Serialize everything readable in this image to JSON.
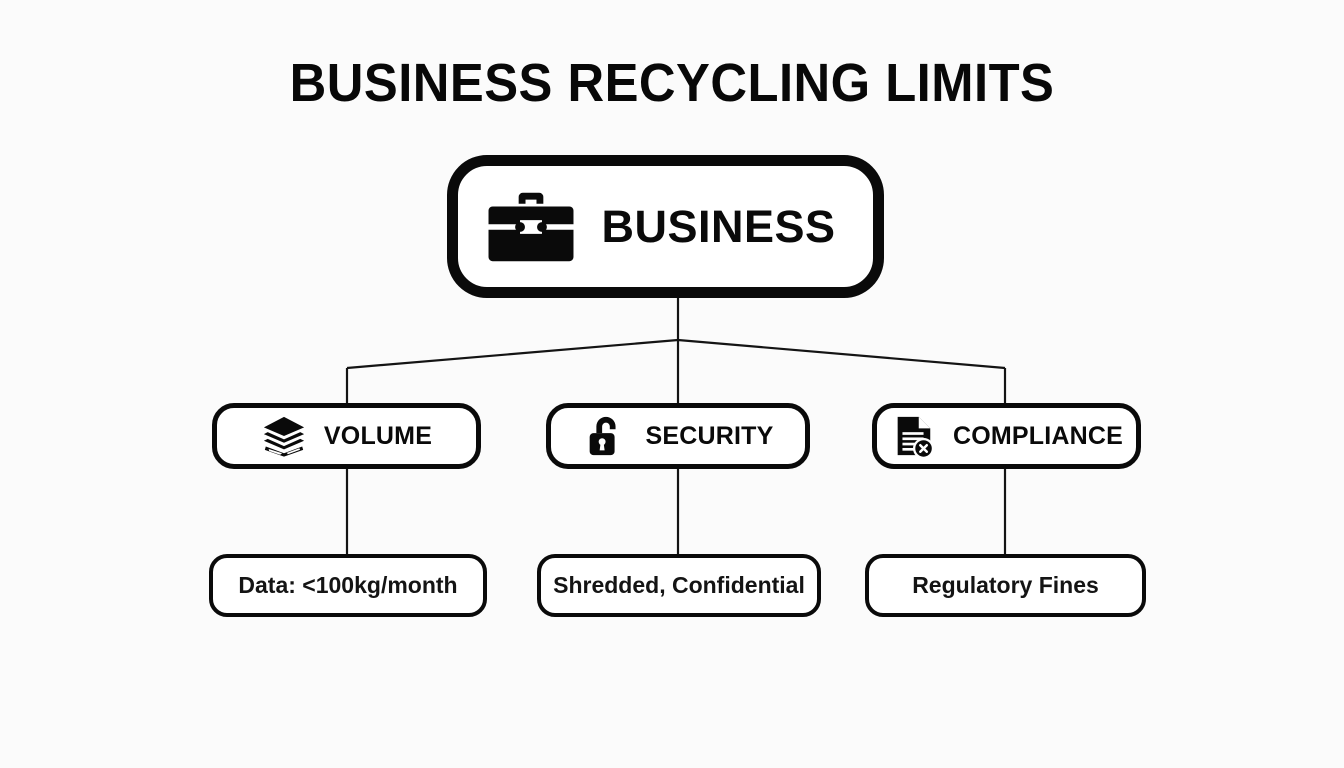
{
  "title": "BUSINESS RECYCLING LIMITS",
  "theme": {
    "background": "#fbfbfb",
    "node_fill": "#ffffff",
    "stroke": "#0a0a0a",
    "text": "#0a0a0a"
  },
  "root": {
    "label": "BUSINESS",
    "icon": "briefcase-icon"
  },
  "branches": [
    {
      "key": "volume",
      "label": "VOLUME",
      "icon": "layers-stack-icon",
      "detail": "Data: <100kg/month"
    },
    {
      "key": "security",
      "label": "SECURITY",
      "icon": "open-padlock-icon",
      "detail": "Shredded, Confidential"
    },
    {
      "key": "compliance",
      "label": "COMPLIANCE",
      "icon": "document-error-icon",
      "detail": "Regulatory Fines"
    }
  ]
}
